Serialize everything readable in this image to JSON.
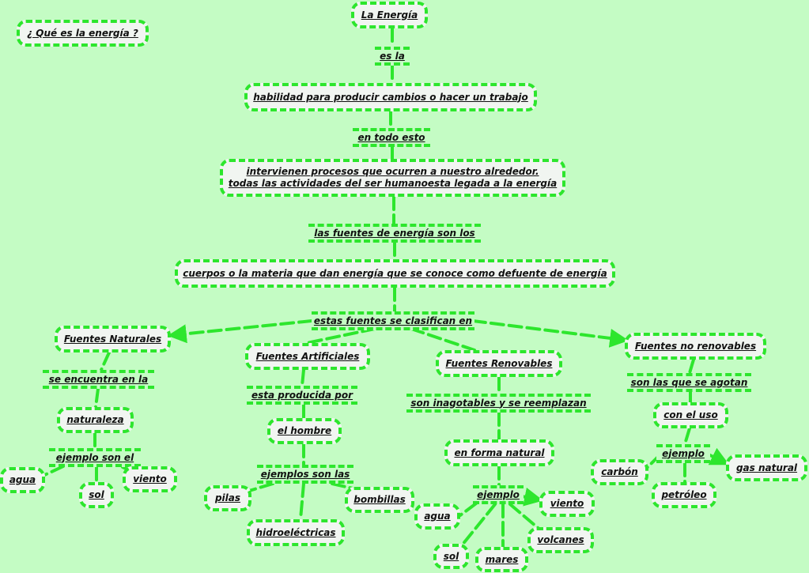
{
  "style": {
    "accent": "#2de62d",
    "background": "#c4fcc4",
    "node_fill": "#f1f5f1"
  },
  "nodes": {
    "que_es": "¿ Qué es la energía ?",
    "la_energia": "La Energía",
    "es_la": "es la",
    "habilidad": "habilidad para producir cambios o hacer un trabajo",
    "en_todo_esto": "en todo esto",
    "intervienen_1": "intervienen procesos que ocurren a nuestro alrededor.",
    "intervienen_2": "todas las actividades del ser humanoesta legada a la energía",
    "fuentes_son_los": "las fuentes de energía son los",
    "cuerpos": "cuerpos o la materia que dan energía que se conoce como defuente de energía",
    "clasifican": "estas fuentes se clasifican en",
    "naturales": "Fuentes Naturales",
    "artificiales": "Fuentes Artificiales",
    "renovables": "Fuentes Renovables",
    "no_renovables": "Fuentes no renovables",
    "se_encuentra": "se encuentra en la",
    "naturaleza": "naturaleza",
    "ejemplo_son_el": "ejemplo son el",
    "agua_nat": "agua",
    "sol_nat": "sol",
    "viento_nat": "viento",
    "producida_por": "esta producida por",
    "el_hombre": "el hombre",
    "ejemplos_son_las": "ejemplos son las",
    "pilas": "pilas",
    "bombillas": "bombillas",
    "hidroelectricas": "hidroeléctricas",
    "inagotables": "son inagotables y se reemplazan",
    "forma_natural": "en forma natural",
    "ejemplo_ren": "ejemplo",
    "agua_ren": "agua",
    "viento_ren": "viento",
    "volcanes": "volcanes",
    "sol_ren": "sol",
    "mares": "mares",
    "se_agotan": "son las que se agotan",
    "con_el_uso": "con el uso",
    "ejemplo_nr": "ejemplo",
    "carbon": "carbón",
    "gas_natural": "gas natural",
    "petroleo": "petróleo"
  }
}
